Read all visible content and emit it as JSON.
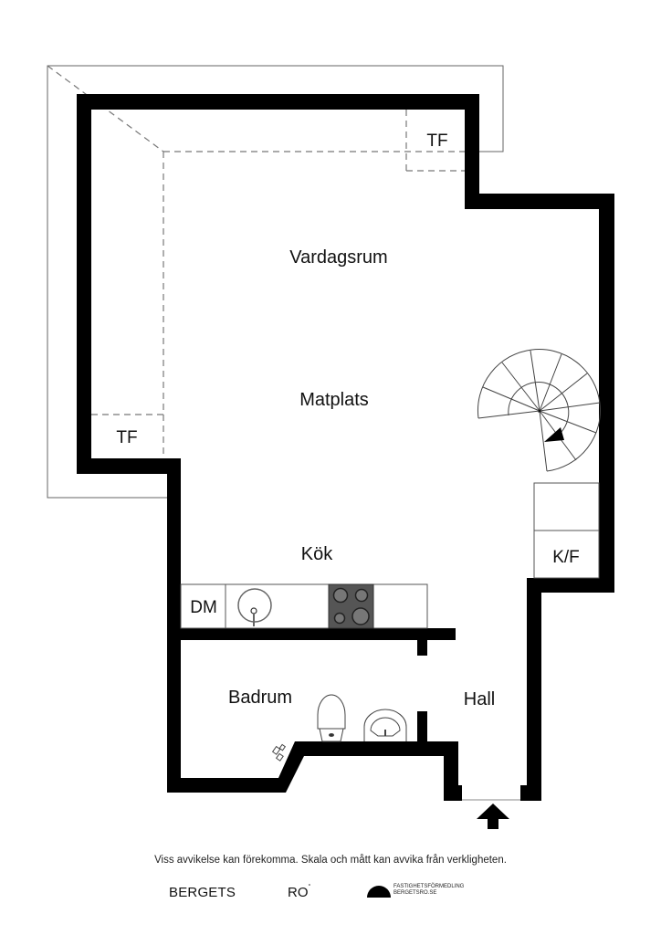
{
  "floorplan": {
    "rooms": {
      "vardagsrum": "Vardagsrum",
      "matplats": "Matplats",
      "kok": "Kök",
      "badrum": "Badrum",
      "hall": "Hall"
    },
    "fixtures": {
      "tf_top": "TF",
      "tf_left": "TF",
      "kf": "K/F",
      "dm": "DM"
    },
    "colors": {
      "wall": "#000000",
      "dashed": "#777777",
      "outline": "#555555",
      "stove": "#555555"
    }
  },
  "footer": {
    "disclaimer": "Viss avvikelse kan förekomma. Skala och mått kan avvika från verkligheten.",
    "logo_left": "BERGETS",
    "logo_mid": "RO",
    "logo_mid_mark": "°",
    "logo_right_line1": "FASTIGHETSFÖRMEDLING",
    "logo_right_line2": "BERGETSRO.SE"
  }
}
